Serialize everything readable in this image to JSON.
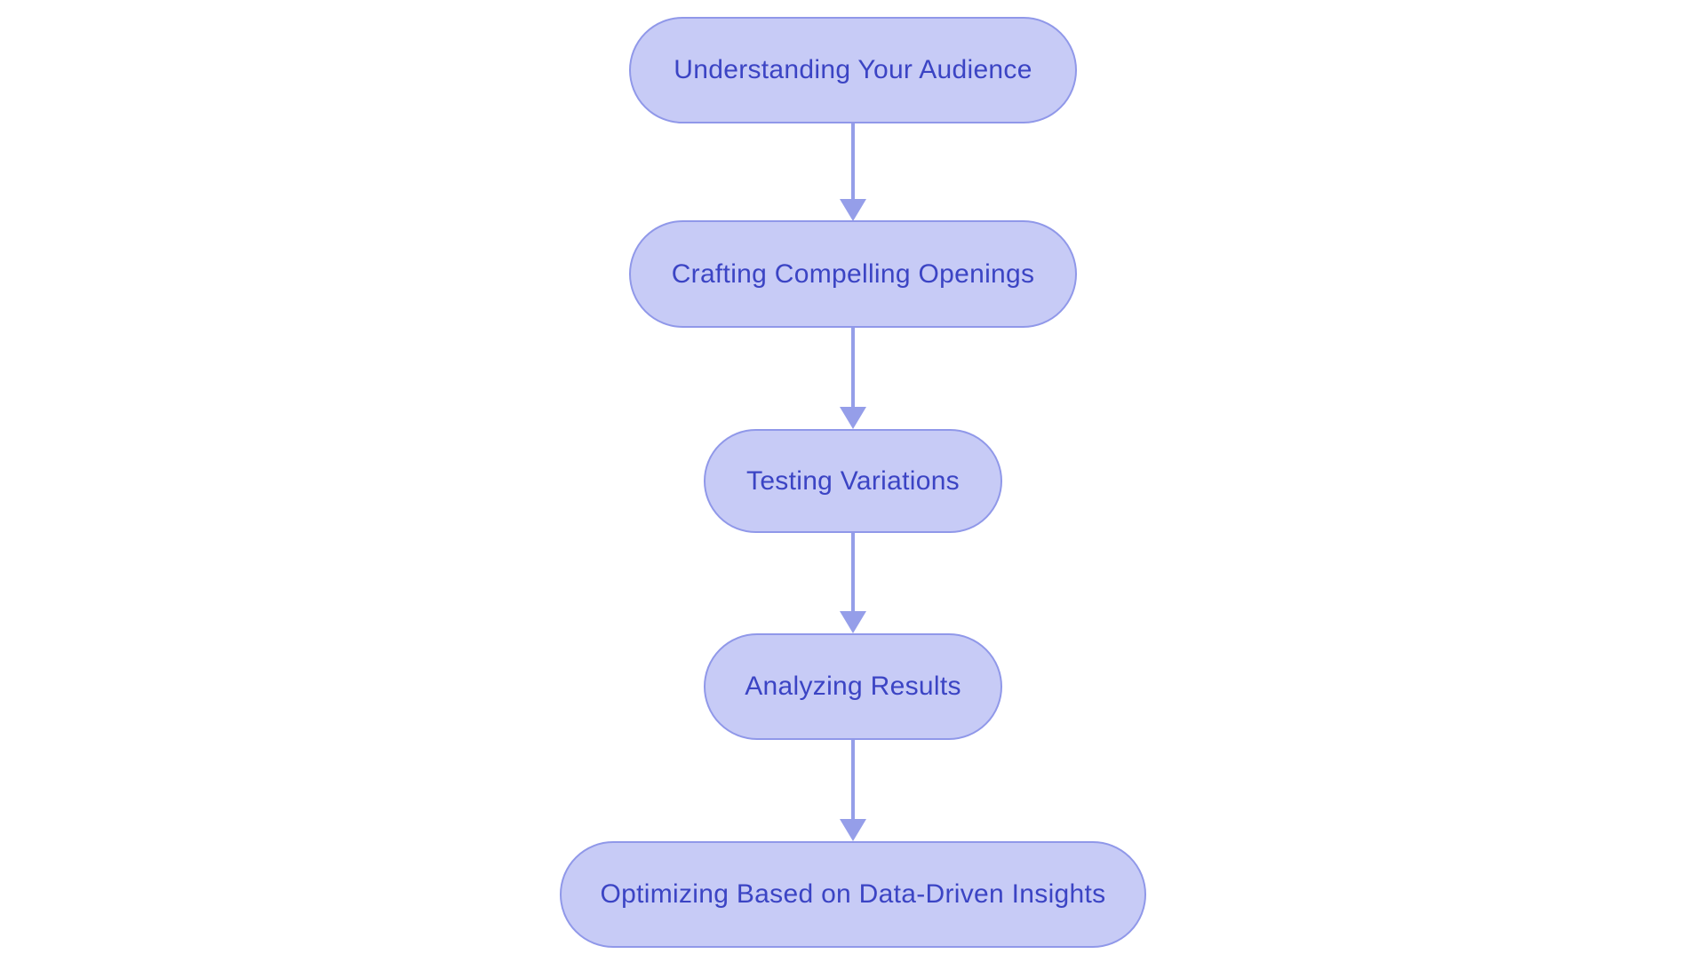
{
  "diagram": {
    "type": "flowchart-vertical",
    "colors": {
      "background": "#ffffff",
      "node_fill": "#c7cbf6",
      "node_border": "#9098e9",
      "text_color": "#3b44c4",
      "arrow_color": "#959ee9"
    },
    "nodes": [
      {
        "id": "understanding-your-audience",
        "label": "Understanding Your Audience"
      },
      {
        "id": "crafting-compelling-openings",
        "label": "Crafting Compelling Openings"
      },
      {
        "id": "testing-variations",
        "label": "Testing Variations"
      },
      {
        "id": "analyzing-results",
        "label": "Analyzing Results"
      },
      {
        "id": "optimizing-based-on-data-driven-insights",
        "label": "Optimizing Based on Data-Driven Insights"
      }
    ],
    "connections": [
      {
        "from": 0,
        "to": 1,
        "direction": "down"
      },
      {
        "from": 1,
        "to": 2,
        "direction": "down"
      },
      {
        "from": 2,
        "to": 3,
        "direction": "down"
      },
      {
        "from": 3,
        "to": 4,
        "direction": "down"
      }
    ]
  }
}
